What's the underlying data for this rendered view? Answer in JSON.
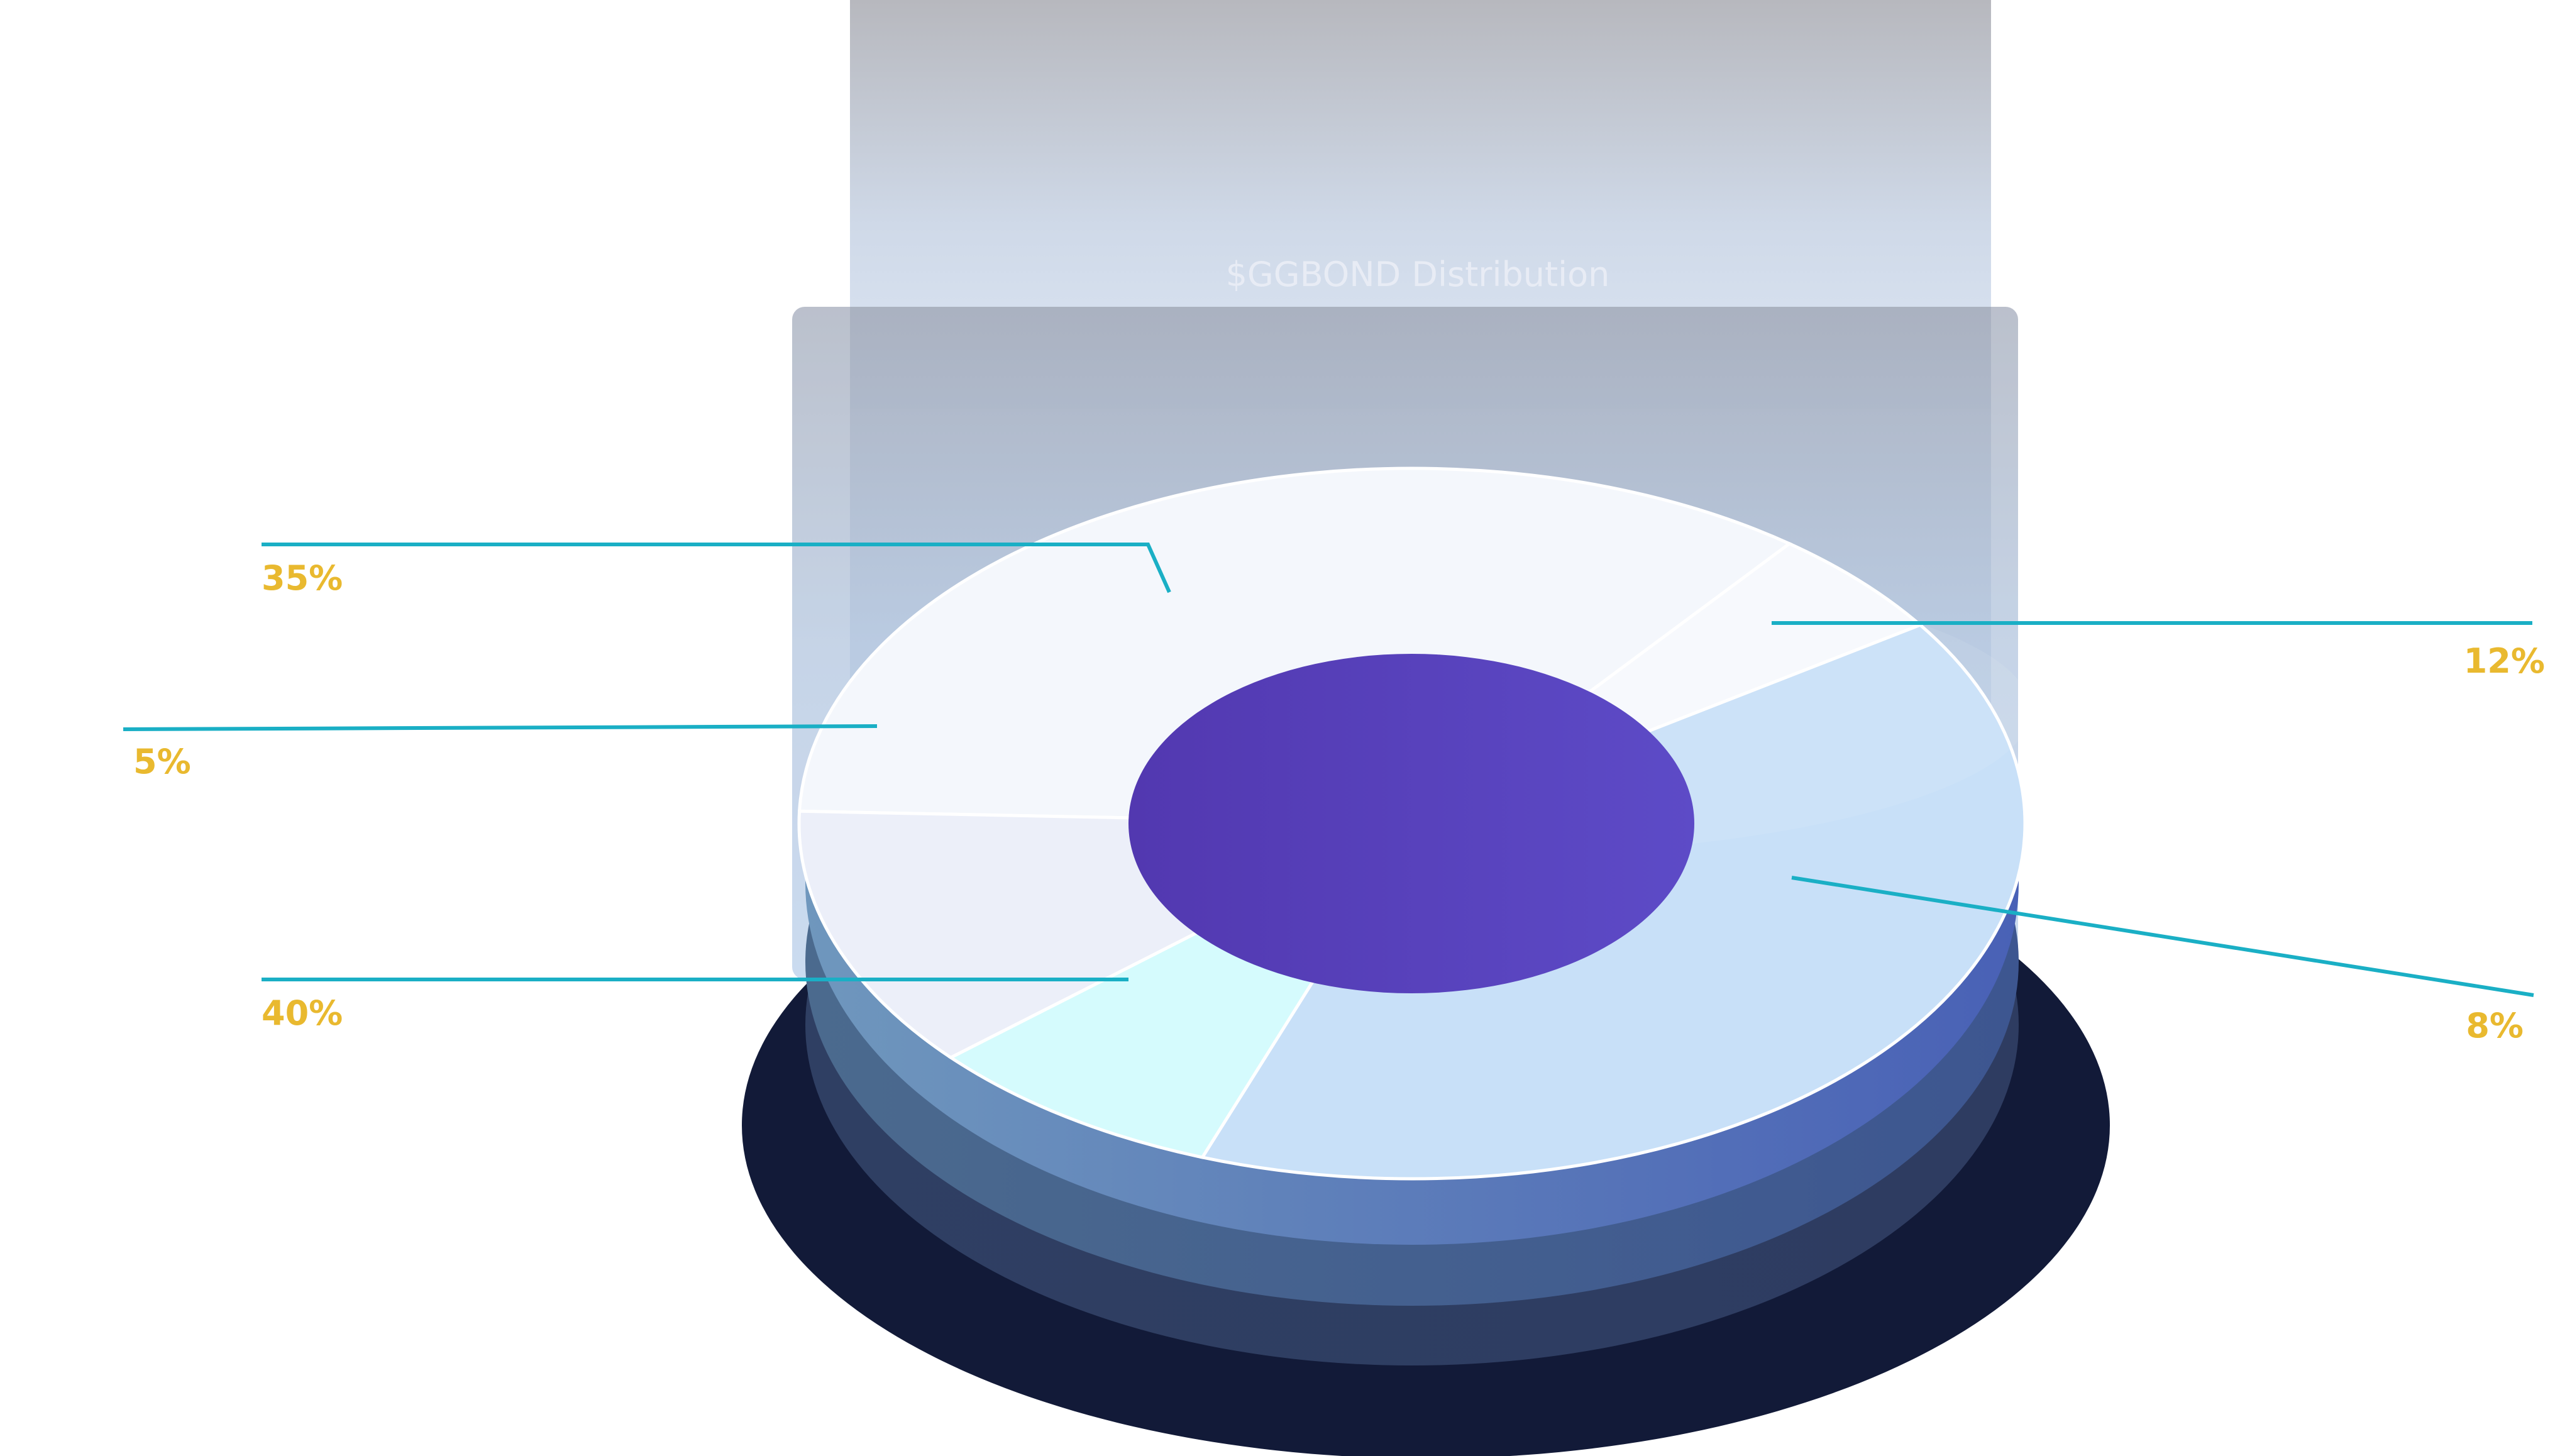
{
  "chart_data": {
    "type": "pie",
    "title": "$GGBOND Distribution",
    "slices": [
      {
        "label": "35%",
        "value": 35,
        "color": "#f4f7fc"
      },
      {
        "label": "5%",
        "value": 5,
        "color": "#f7f9fd"
      },
      {
        "label": "40%",
        "value": 40,
        "color": "#c8e0f8"
      },
      {
        "label": "8%",
        "value": 8,
        "color": "#d5fbfd"
      },
      {
        "label": "12%",
        "value": 12,
        "color": "#eceff9"
      }
    ],
    "center_color": "#5644bf",
    "leader_color": "#1aafc5",
    "label_color": "#e9b92f",
    "base_color": "#121a38",
    "title_color": "#e8ecf5"
  }
}
